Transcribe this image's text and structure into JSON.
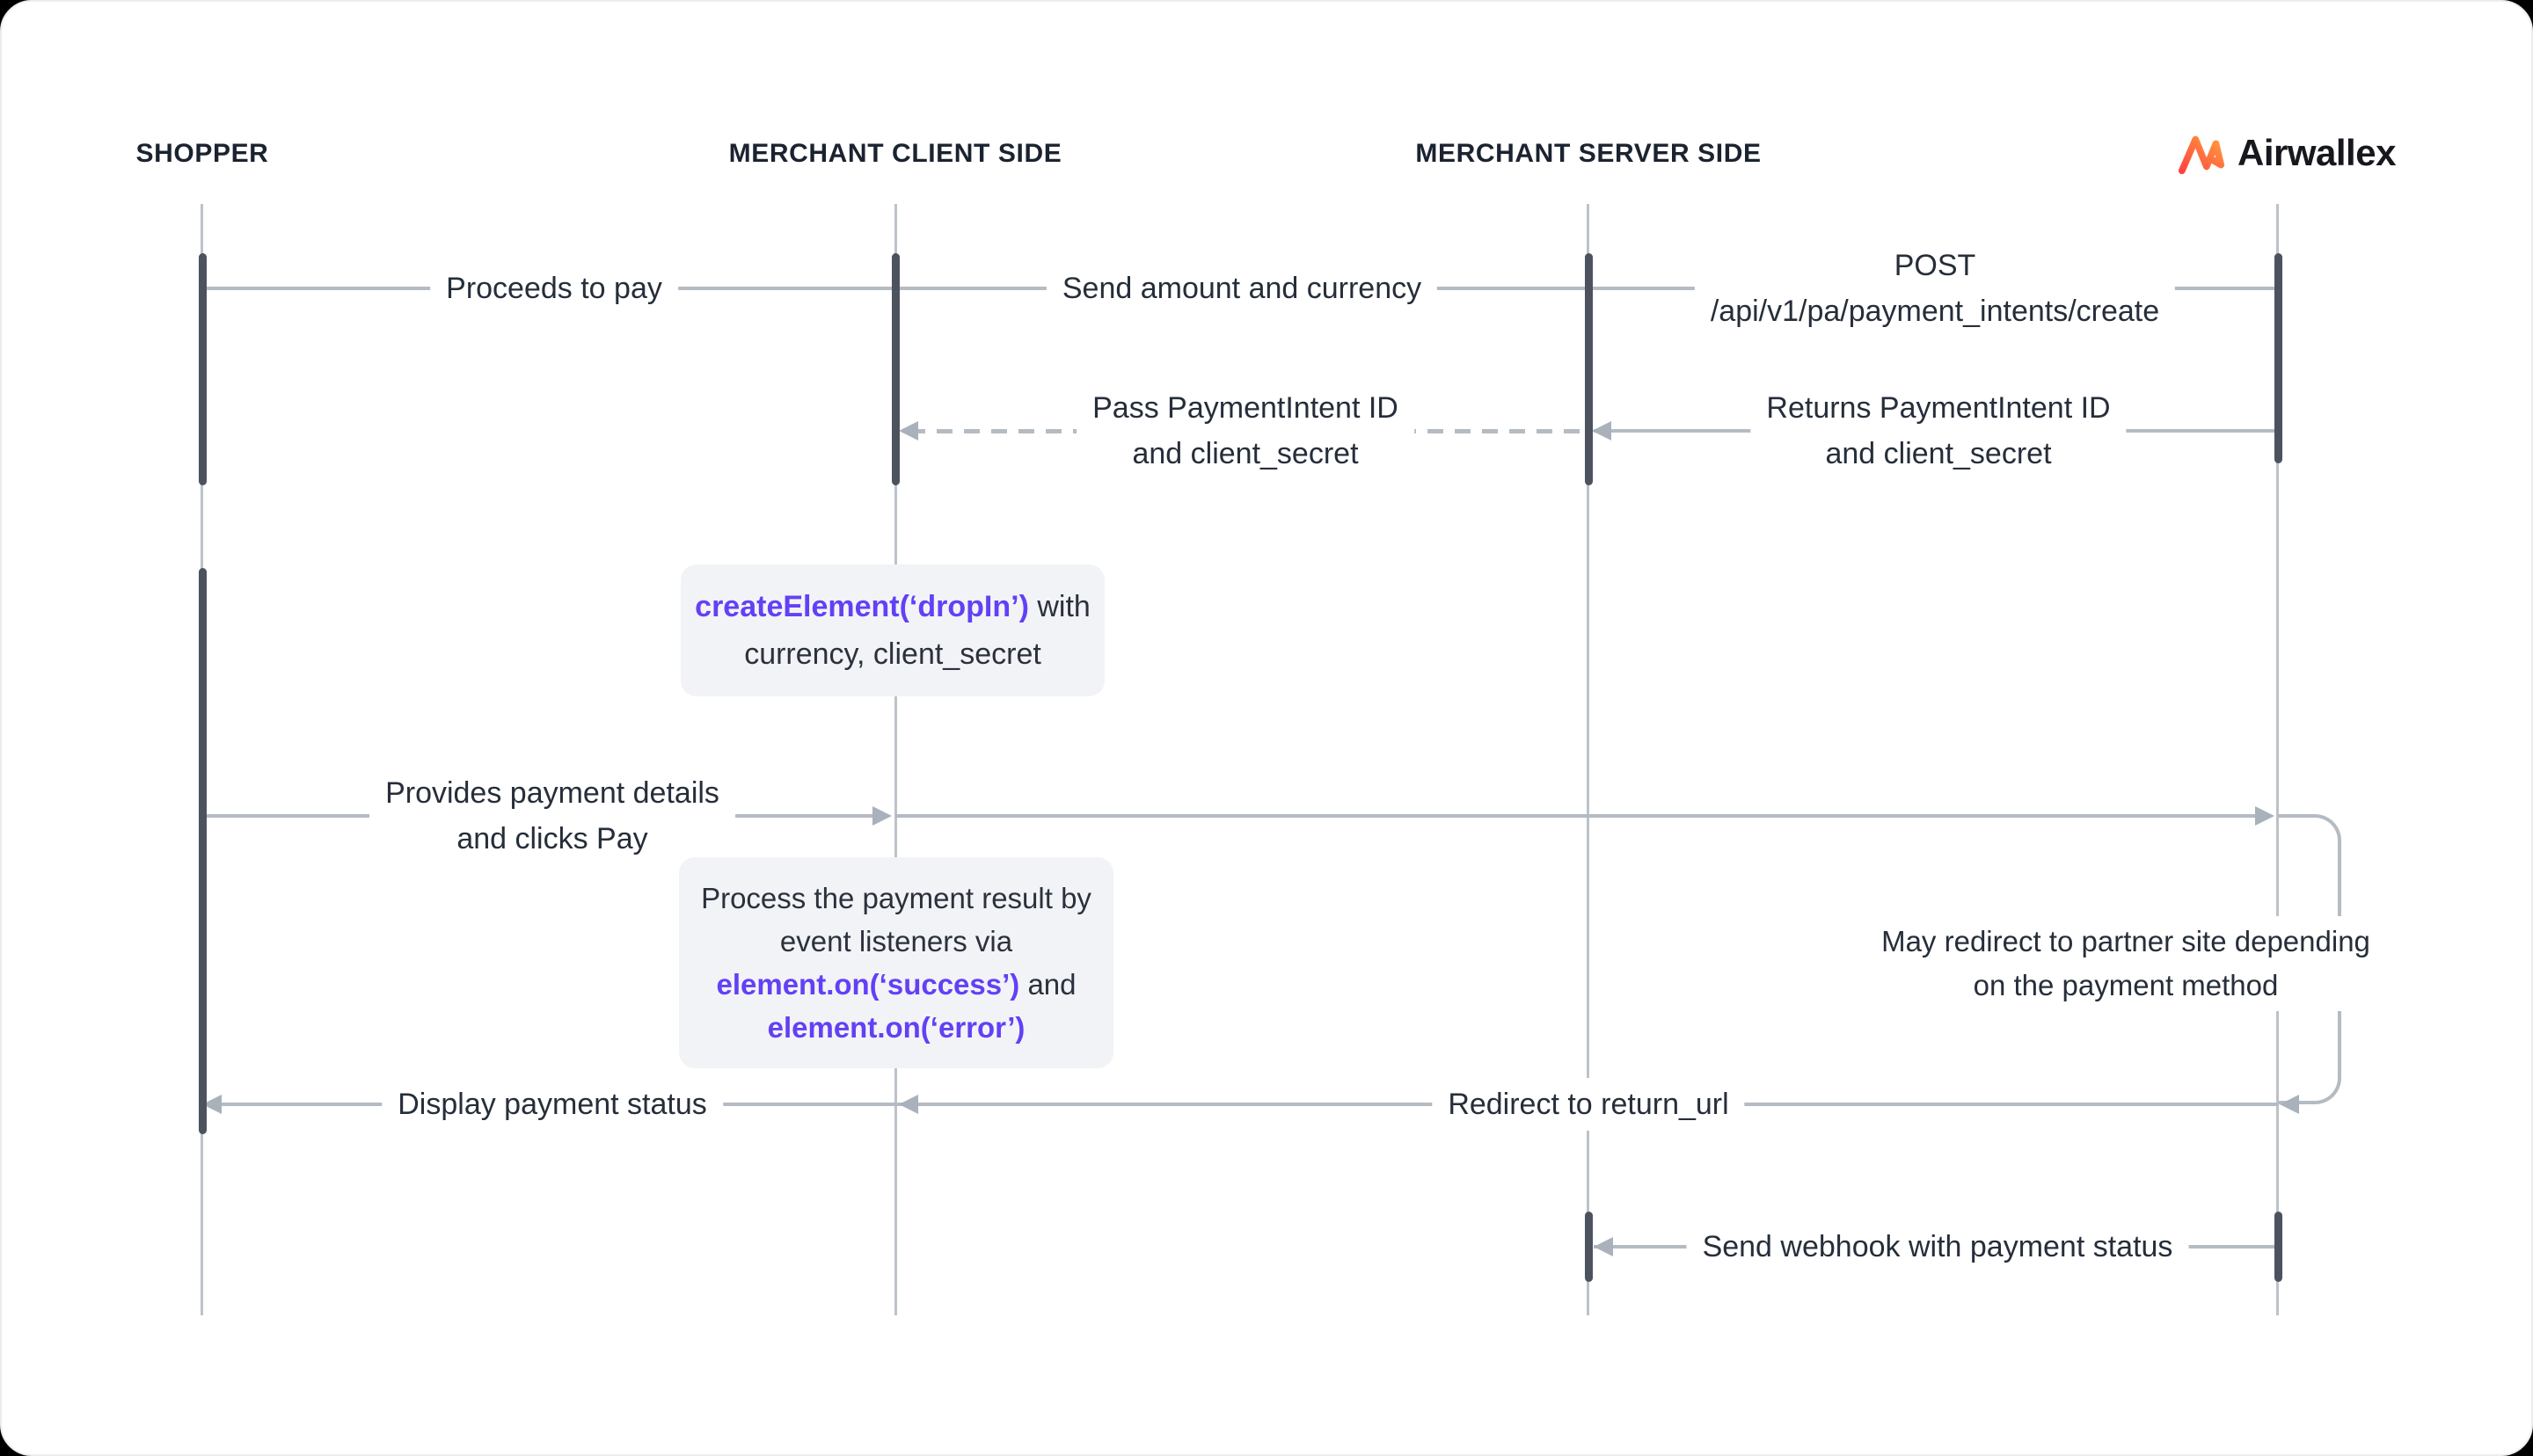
{
  "brand": {
    "name": "Airwallex"
  },
  "lanes": {
    "shopper": "SHOPPER",
    "merchant_client": "MERCHANT CLIENT SIDE",
    "merchant_server": "MERCHANT SERVER SIDE"
  },
  "messages": {
    "proceeds": "Proceeds to pay",
    "send_amount": "Send amount and currency",
    "post_line1": "POST",
    "post_line2": "/api/v1/pa/payment_intents/create",
    "pass_line1": "Pass PaymentIntent ID",
    "pass_line2": "and client_secret",
    "returns_line1": "Returns PaymentIntent ID",
    "returns_line2": "and client_secret",
    "provides_line1": "Provides payment details",
    "provides_line2": "and clicks Pay",
    "may_redirect_line1": "May redirect to partner site depending",
    "may_redirect_line2": "on the payment method",
    "display_status": "Display payment status",
    "redirect_return": "Redirect to return_url",
    "webhook": "Send webhook with payment status"
  },
  "boxes": {
    "create_element": {
      "code": "createElement(‘dropIn’)",
      "rest": " with",
      "line2": "currency,  client_secret"
    },
    "process": {
      "line1": "Process the payment result by",
      "line2": "event listeners via",
      "code1": "element.on(‘success’)",
      "and": " and",
      "code2": "element.on(‘error’)"
    }
  },
  "colors": {
    "accent_purple": "#6340f5",
    "logo_gradient_start": "#ff4540",
    "logo_gradient_end": "#ff9a3d",
    "message_line_gray": "#b4bbc3",
    "activation_bar": "#4c535f",
    "text_dark": "#262e3a",
    "note_box_bg": "#f2f3f6"
  }
}
